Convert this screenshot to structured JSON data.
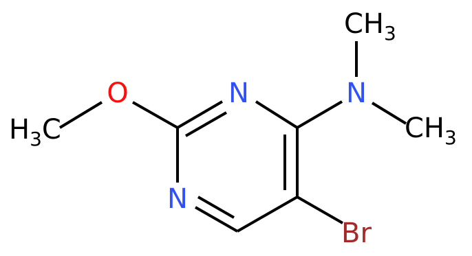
{
  "molecule": {
    "atoms": {
      "ring_n3": {
        "symbol": "N"
      },
      "ring_n1": {
        "symbol": "N"
      },
      "amine_n": {
        "symbol": "N"
      },
      "ether_o": {
        "symbol": "O"
      },
      "bromine": {
        "symbol": "Br"
      },
      "methyl_left": {
        "main": "H",
        "sub": "3",
        "tail": "C"
      },
      "methyl_top": {
        "main": "CH",
        "sub": "3"
      },
      "methyl_right": {
        "main": "CH",
        "sub": "3"
      }
    }
  },
  "colors": {
    "carbon_bond": "#000000",
    "nitrogen": "#3050F8",
    "oxygen": "#FF0D0D",
    "bromine": "#A62929",
    "carbon_label": "#000000"
  }
}
